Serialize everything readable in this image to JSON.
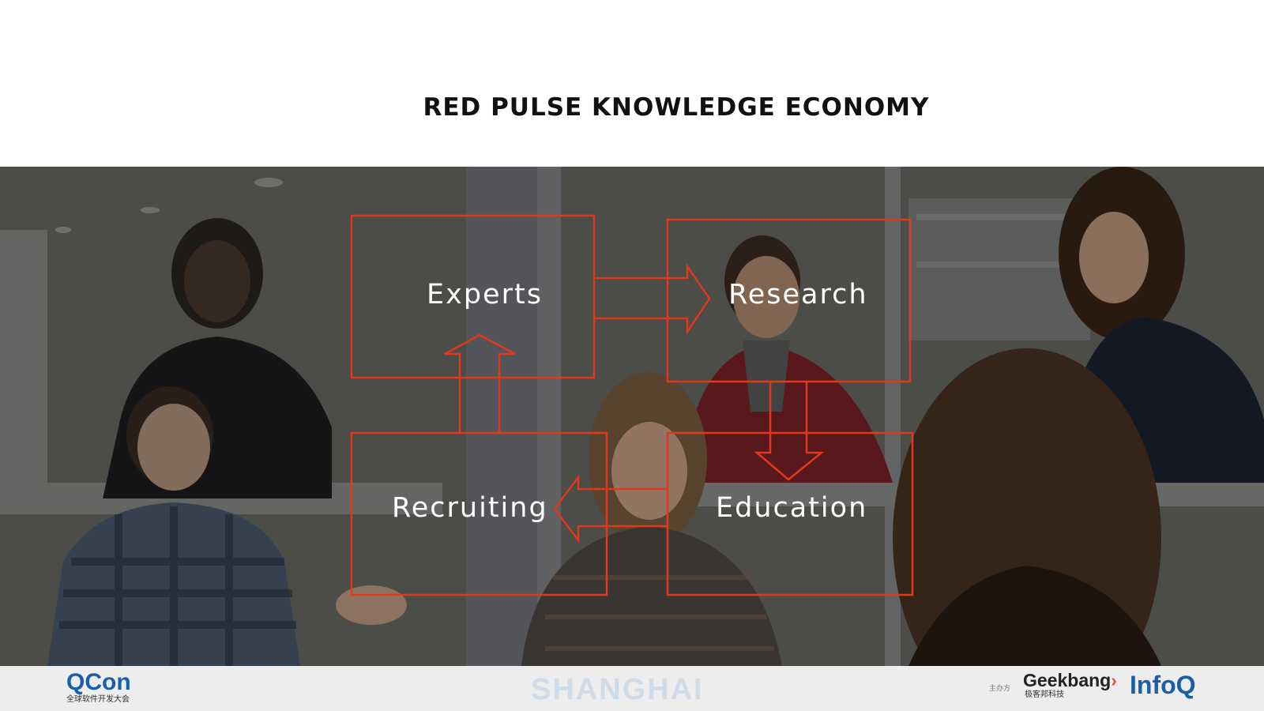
{
  "slide": {
    "title": "RED PULSE KNOWLEDGE ECONOMY"
  },
  "diagram": {
    "accent_color": "#e0391b",
    "nodes": [
      {
        "id": "experts",
        "label": "Experts"
      },
      {
        "id": "research",
        "label": "Research"
      },
      {
        "id": "education",
        "label": "Education"
      },
      {
        "id": "recruiting",
        "label": "Recruiting"
      }
    ],
    "flow": [
      "Experts → Research",
      "Research → Education",
      "Education → Recruiting",
      "Recruiting → Experts"
    ]
  },
  "photo": {
    "description_icon": "office-team-photo"
  },
  "footer": {
    "qcon_brand": "QCon",
    "qcon_sub": "全球软件开发大会",
    "city": "SHANGHAI",
    "organizer_label": "主办方",
    "geekbang_brand": "Geekbang",
    "geekbang_sub": "极客邦科技",
    "infoq_brand": "InfoQ"
  }
}
